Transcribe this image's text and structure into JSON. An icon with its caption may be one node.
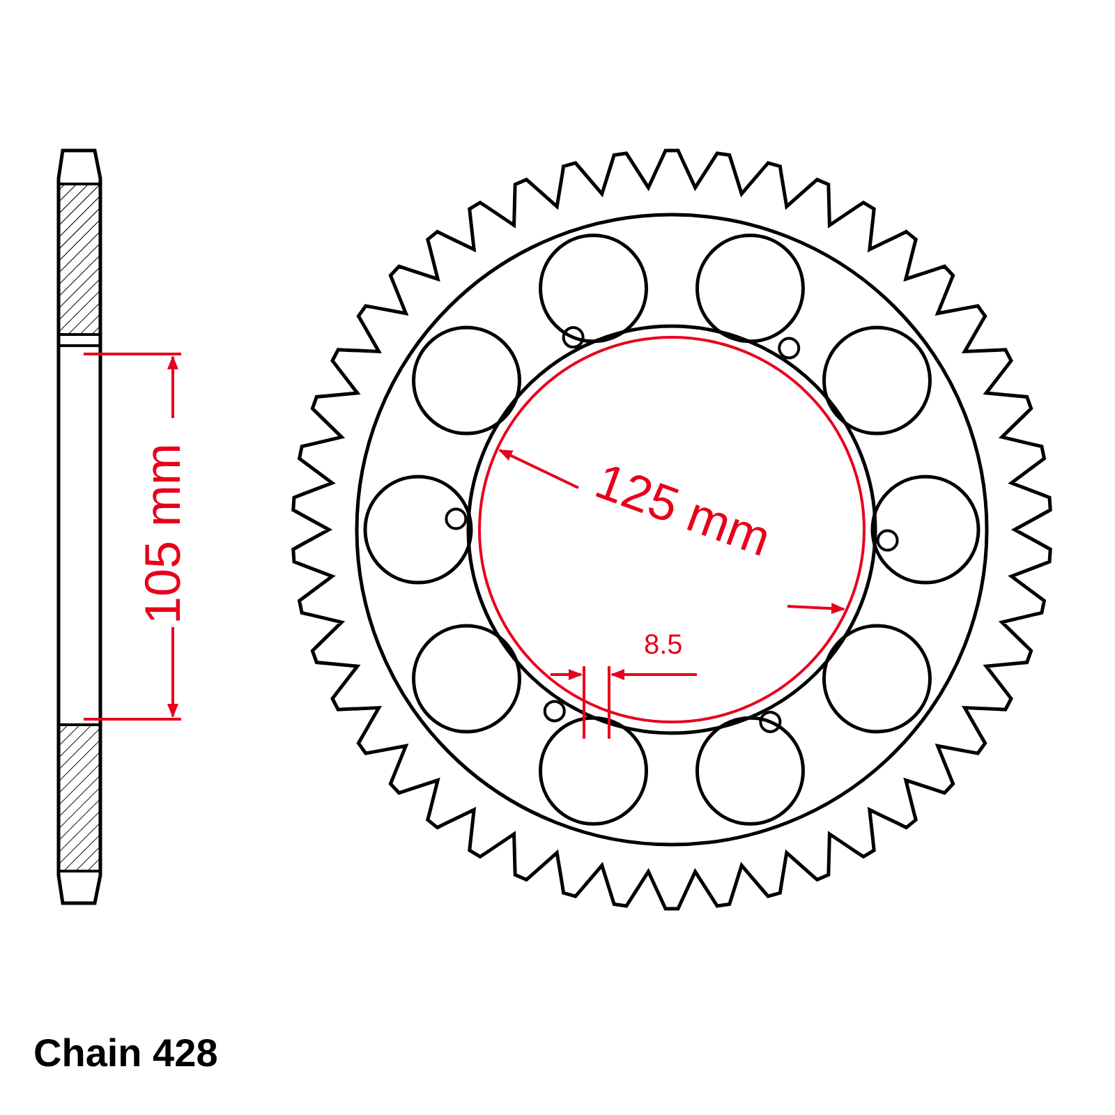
{
  "diagram": {
    "labels": [
      "105 mm",
      "125 mm",
      "8.5",
      "Chain 428"
    ]
  }
}
